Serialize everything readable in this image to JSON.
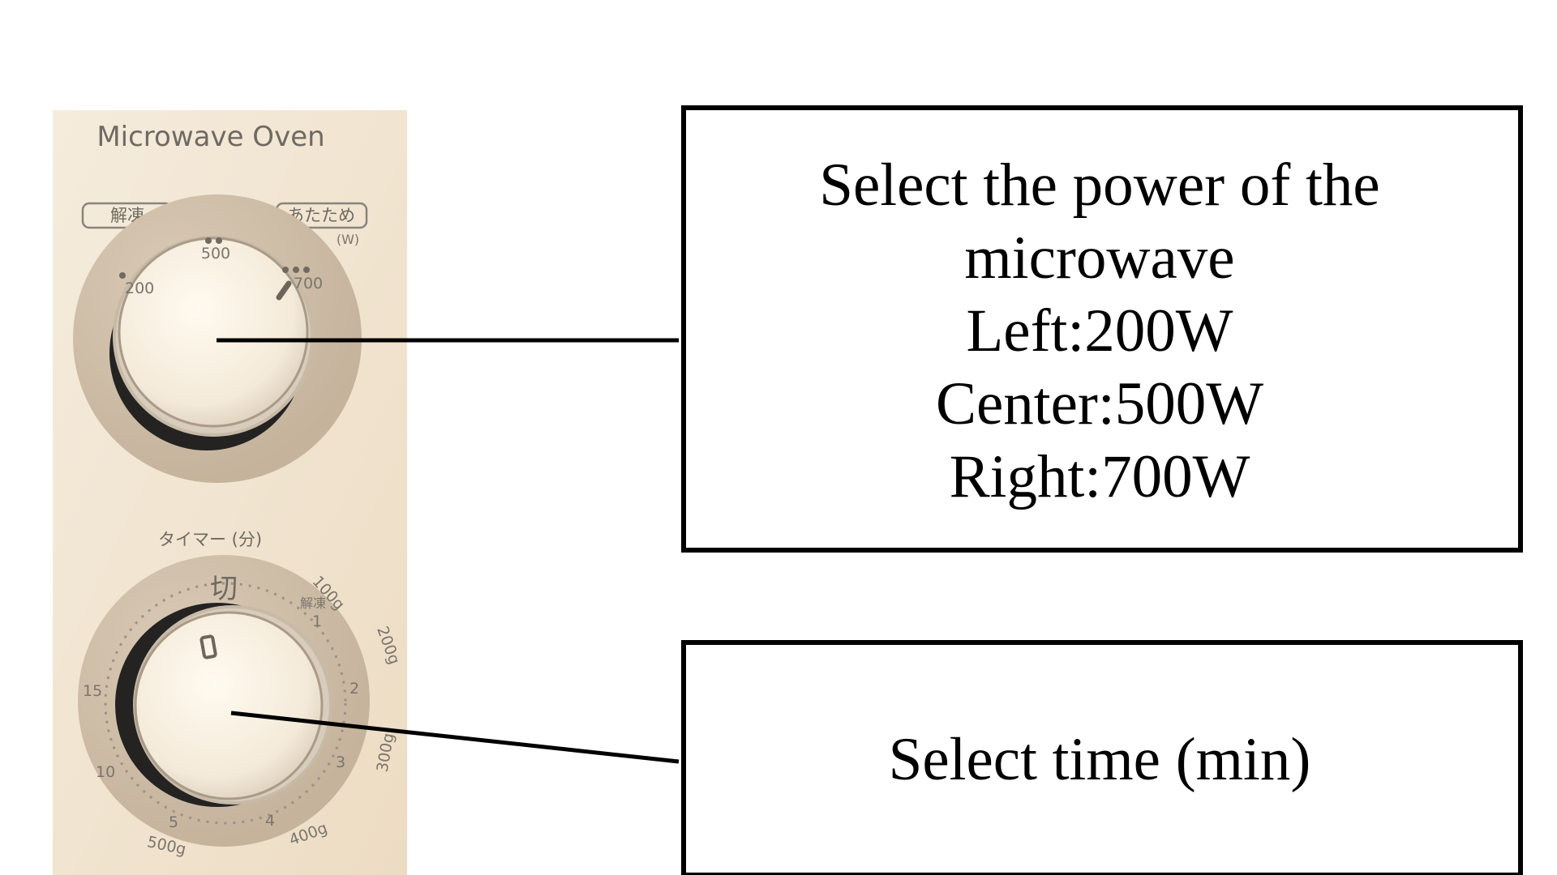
{
  "panel": {
    "title": "Microwave Oven",
    "left_button": "解凍",
    "right_button": "あたため",
    "power_unit": "(W)",
    "power_dial_labels": [
      "200",
      "500",
      "700"
    ],
    "timer_label": "タイマー (分)",
    "timer_off_label": "切",
    "timer_small_label": "解凍",
    "timer_numbers": [
      "1",
      "2",
      "3",
      "4",
      "5",
      "10",
      "15"
    ],
    "timer_weight_labels": [
      "100g",
      "200g",
      "300g",
      "400g",
      "500g"
    ]
  },
  "callouts": {
    "power": {
      "lines": [
        "Select the power of the",
        "microwave",
        "Left:200W",
        "Center:500W",
        "Right:700W"
      ]
    },
    "time": {
      "text": "Select time (min)"
    }
  },
  "colors": {
    "panel": "#f2e6d2",
    "dial_face": "#f8f0e3",
    "line": "#000000"
  }
}
